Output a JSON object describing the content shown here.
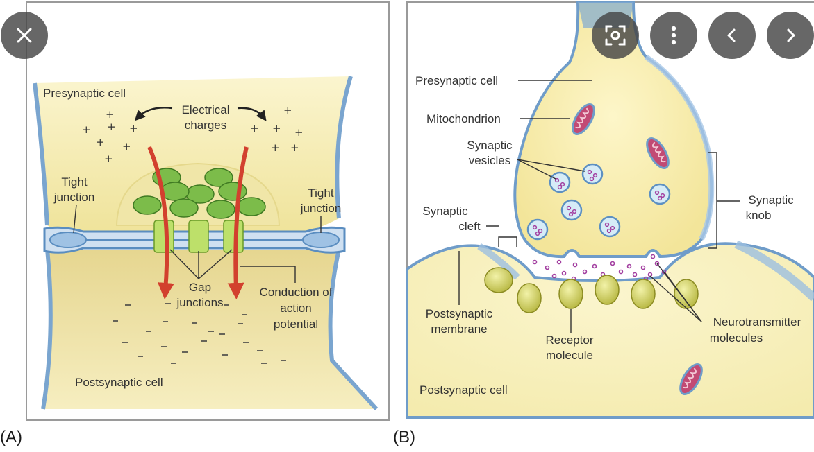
{
  "panel_a": {
    "label": "(A)",
    "presynaptic": "Presynaptic cell",
    "electrical": [
      "Electrical",
      "charges"
    ],
    "tight_left": [
      "Tight",
      "junction"
    ],
    "tight_right": [
      "Tight",
      "junction"
    ],
    "gap": [
      "Gap",
      "junctions"
    ],
    "conduction": [
      "Conduction of",
      "action",
      "potential"
    ],
    "postsynaptic": "Postsynaptic cell"
  },
  "panel_b": {
    "label": "(B)",
    "presynaptic": "Presynaptic cell",
    "mitochondrion": "Mitochondrion",
    "vesicles": [
      "Synaptic",
      "vesicles"
    ],
    "cleft": [
      "Synaptic",
      "cleft"
    ],
    "knob": [
      "Synaptic",
      "knob"
    ],
    "post_membrane": [
      "Postsynaptic",
      "membrane"
    ],
    "receptor": [
      "Receptor",
      "molecule"
    ],
    "neurotransmitter": [
      "Neurotransmitter",
      "molecules"
    ],
    "postsynaptic": "Postsynaptic cell"
  },
  "colors": {
    "membrane_blue": "#6f9cc9",
    "cell_yellow": "#f6eebb",
    "arrow_red": "#d2402e",
    "vesicle_purple": "#a23ea0",
    "receptor_green": "#d8d86a",
    "overlay_button": "#464646"
  },
  "icons": [
    "close-icon",
    "lens-search-icon",
    "more-vert-icon",
    "chevron-left-icon",
    "chevron-right-icon"
  ]
}
